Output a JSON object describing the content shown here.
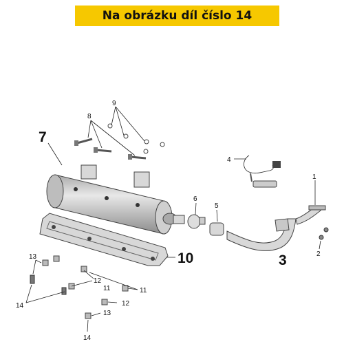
{
  "banner": {
    "text": "Na obrázku díl číslo 14"
  },
  "callouts": {
    "c1": "1",
    "c2": "2",
    "c3": "3",
    "c4": "4",
    "c5": "5",
    "c6": "6",
    "c7": "7",
    "c8": "8",
    "c9": "9",
    "c10": "10",
    "c11a": "11",
    "c11b": "11",
    "c12a": "12",
    "c12b": "12",
    "c13a": "13",
    "c13b": "13",
    "c14a": "14",
    "c14b": "14"
  },
  "colors": {
    "banner_bg": "#f6c800",
    "part_fill": "#d8d8d8",
    "outline": "#444444"
  }
}
